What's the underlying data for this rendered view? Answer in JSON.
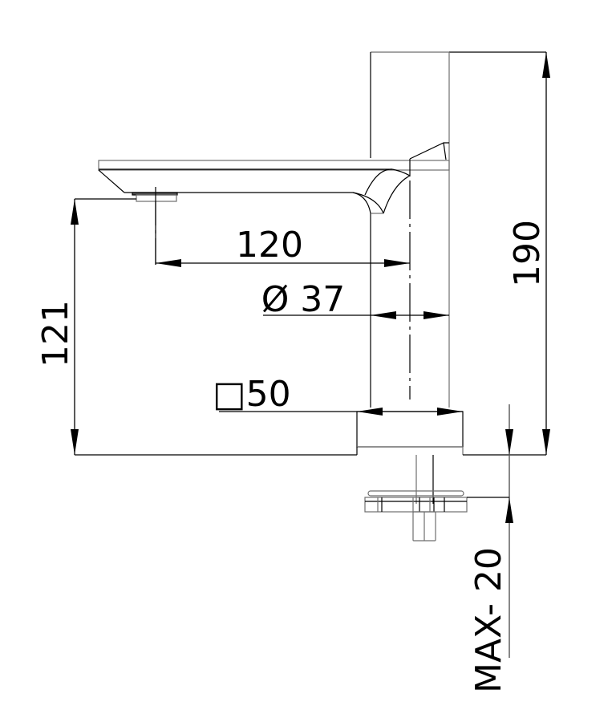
{
  "drawing": {
    "subject": "Basin faucet side view technical drawing",
    "units": "mm",
    "line_color": "#000000",
    "secondary_line_color": "#6e6e6e",
    "background": "#ffffff"
  },
  "dimensions": {
    "spout_reach": {
      "label": "120",
      "value": 120,
      "orientation": "horizontal"
    },
    "body_diameter": {
      "label": "Ø 37",
      "value": 37,
      "symbol": "diameter",
      "orientation": "horizontal"
    },
    "base_square": {
      "label": "□50",
      "value": 50,
      "symbol": "square",
      "orientation": "horizontal"
    },
    "total_height": {
      "label": "190",
      "value": 190,
      "orientation": "vertical"
    },
    "spout_height": {
      "label": "121",
      "value": 121,
      "orientation": "vertical"
    },
    "max_deck_thickness": {
      "label": "MAX- 20",
      "value": 20,
      "qualifier": "MAX",
      "orientation": "vertical"
    }
  }
}
